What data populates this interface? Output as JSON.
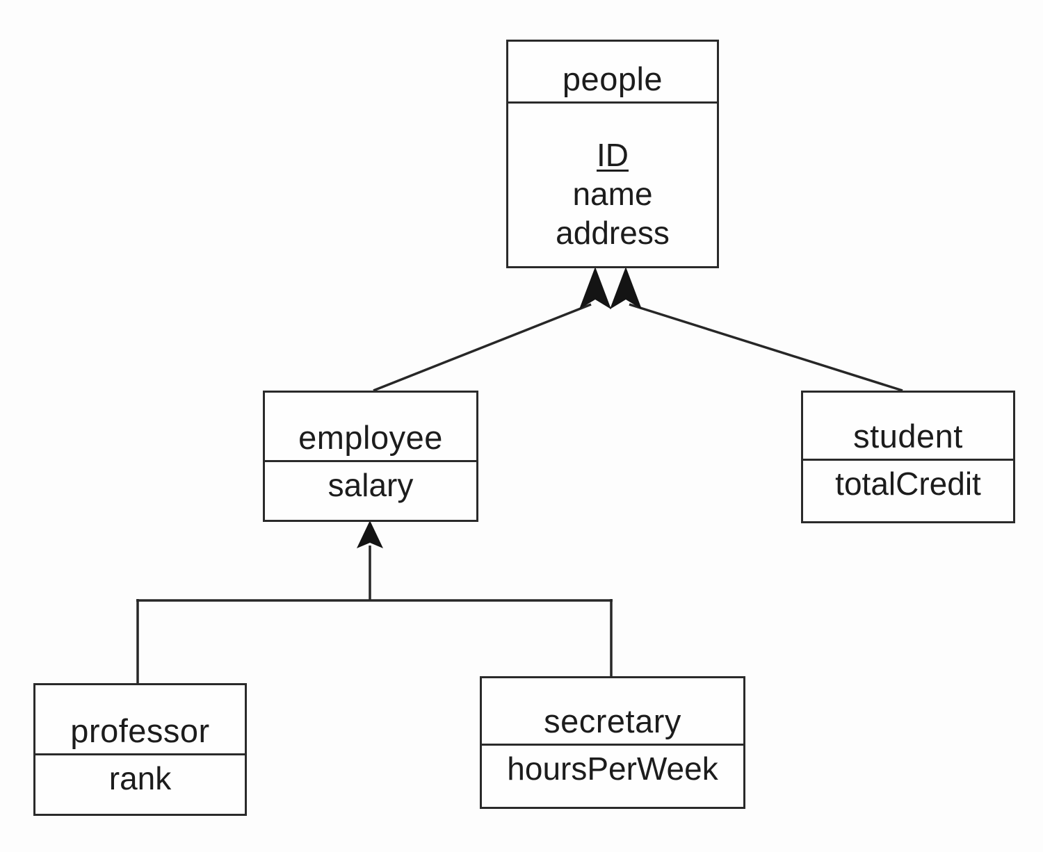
{
  "diagram": {
    "type": "er-specialization-hierarchy",
    "background_color": "#fdfdfd",
    "line_color": "#272727",
    "text_color": "#1c1c1c"
  },
  "entities": {
    "people": {
      "name": "people",
      "attributes": [
        {
          "label": "ID",
          "primary_key": true
        },
        {
          "label": "name",
          "primary_key": false
        },
        {
          "label": "address",
          "primary_key": false
        }
      ]
    },
    "employee": {
      "name": "employee",
      "attributes": [
        {
          "label": "salary",
          "primary_key": false
        }
      ]
    },
    "student": {
      "name": "student",
      "attributes": [
        {
          "label": "totalCredit",
          "primary_key": false
        }
      ]
    },
    "professor": {
      "name": "professor",
      "attributes": [
        {
          "label": "rank",
          "primary_key": false
        }
      ]
    },
    "secretary": {
      "name": "secretary",
      "attributes": [
        {
          "label": "hoursPerWeek",
          "primary_key": false
        }
      ]
    }
  },
  "relationships": [
    {
      "from": "employee",
      "to": "people",
      "kind": "specialization-isa"
    },
    {
      "from": "student",
      "to": "people",
      "kind": "specialization-isa"
    },
    {
      "from": "professor",
      "to": "employee",
      "kind": "specialization-isa"
    },
    {
      "from": "secretary",
      "to": "employee",
      "kind": "specialization-isa"
    }
  ]
}
